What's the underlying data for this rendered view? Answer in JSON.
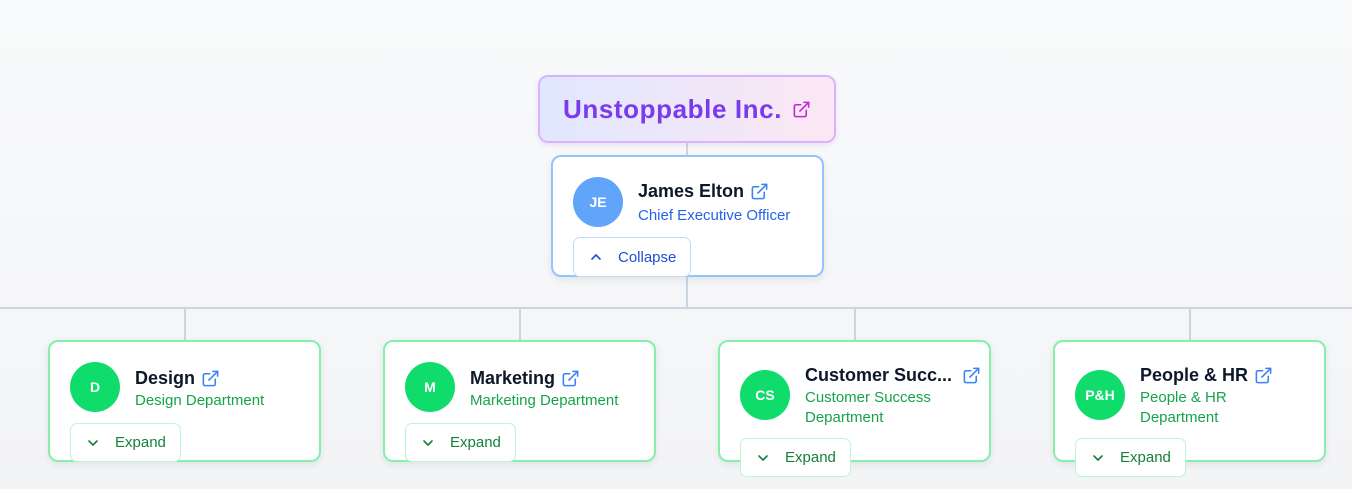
{
  "company": {
    "name": "Unstoppable Inc.",
    "icon": "external-link-icon",
    "color": "#7c3aed"
  },
  "ceo": {
    "initials": "JE",
    "name": "James Elton",
    "title": "Chief Executive Officer",
    "toggle_label": "Collapse",
    "toggle_icon": "chevron-up-icon",
    "avatar_color": "#60a5fa"
  },
  "departments": [
    {
      "initials": "D",
      "name": "Design",
      "subtitle": "Design Department",
      "toggle_label": "Expand"
    },
    {
      "initials": "M",
      "name": "Marketing",
      "subtitle": "Marketing Department",
      "toggle_label": "Expand"
    },
    {
      "initials": "CS",
      "name": "Customer Succ...",
      "subtitle_line1": "Customer Success",
      "subtitle_line2": "Department",
      "toggle_label": "Expand"
    },
    {
      "initials": "P&H",
      "name": "People & HR",
      "subtitle_line1": "People & HR",
      "subtitle_line2": "Department",
      "toggle_label": "Expand"
    }
  ],
  "colors": {
    "department_accent": "#10dc6c",
    "ceo_accent": "#3b82f6",
    "connector": "#cbd5e1"
  }
}
